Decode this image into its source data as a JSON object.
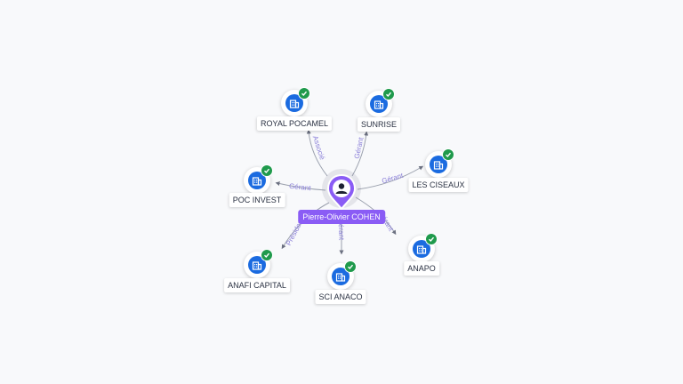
{
  "center": {
    "name": "Pierre-Olivier COHEN",
    "icon": "person-icon"
  },
  "companies": [
    {
      "id": "royal-pocamel",
      "name": "ROYAL POCAMEL",
      "relation": "Associé",
      "icon": "building-icon",
      "verified": true
    },
    {
      "id": "sunrise",
      "name": "SUNRISE",
      "relation": "Gérant",
      "icon": "building-icon",
      "verified": true
    },
    {
      "id": "les-ciseaux",
      "name": "LES CISEAUX",
      "relation": "Gérant",
      "icon": "building-icon",
      "verified": true
    },
    {
      "id": "poc-invest",
      "name": "POC INVEST",
      "relation": "Gérant",
      "icon": "building-icon",
      "verified": true
    },
    {
      "id": "anapo",
      "name": "ANAPO",
      "relation": "Gérant",
      "icon": "building-icon",
      "verified": true
    },
    {
      "id": "anafi-capital",
      "name": "ANAFI CAPITAL",
      "relation": "Président",
      "icon": "building-icon",
      "verified": true
    },
    {
      "id": "sci-anaco",
      "name": "SCI ANACO",
      "relation": "Gérant",
      "icon": "building-icon",
      "verified": true
    }
  ],
  "colors": {
    "node": "#1b6be0",
    "verified": "#1f9a4c",
    "center": "#8a5cf5",
    "edge_label": "#8a7fd8",
    "edge": "#9aa0ad"
  }
}
